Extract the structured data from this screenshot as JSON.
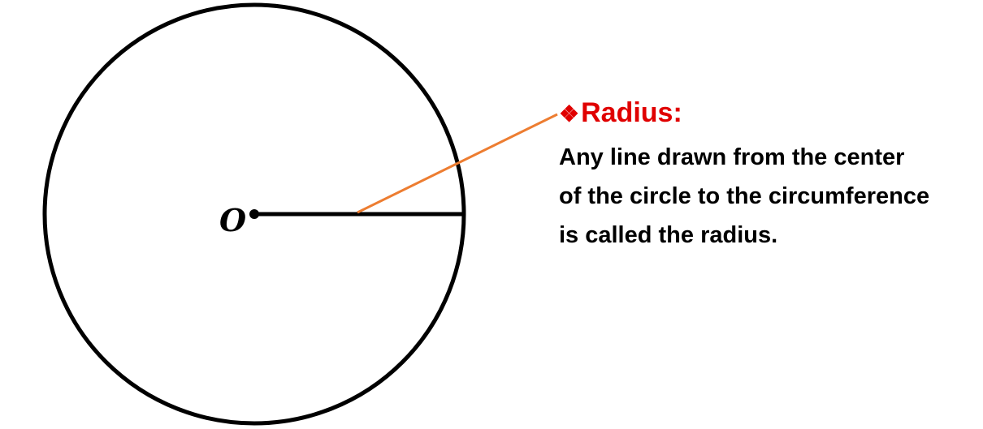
{
  "center_label": "O",
  "callout": {
    "bullet_icon": "diamond-bullet-icon",
    "bullet_glyph": "❖",
    "title": "Radius:",
    "title_color": "#e00000",
    "lines": [
      "Any line drawn from the center",
      "of the circle to the circumference",
      "is called the radius."
    ]
  },
  "colors": {
    "circle": "#000000",
    "radius": "#000000",
    "leader": "#ed7d31"
  }
}
